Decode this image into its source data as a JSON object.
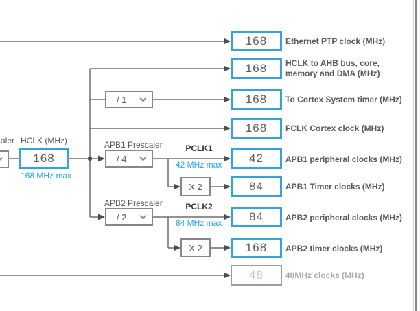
{
  "colors": {
    "accent_blue_border": "#34a3da",
    "info_blue_text": "#29abe2",
    "wire_gray": "#6d6e71",
    "box_border_gray": "#85878a",
    "label_dark_gray": "#58595b",
    "disabled_gray": "#a8aaad"
  },
  "hclk_section": {
    "clipped_prescaler_label_fragment": "aler",
    "label": "HCLK (MHz)",
    "value": "168",
    "max_note": "168 MHz max"
  },
  "cortex_prescaler": {
    "value": "/ 1"
  },
  "apb1": {
    "prescaler_label": "APB1 Prescaler",
    "prescaler_value": "/ 4",
    "pclk_label": "PCLK1",
    "pclk_max_note": "42 MHz max",
    "multiplier_label": "X 2"
  },
  "apb2": {
    "prescaler_label": "APB2 Prescaler",
    "prescaler_value": "/ 2",
    "pclk_label": "PCLK2",
    "pclk_max_note": "84 MHz max",
    "multiplier_label": "X 2"
  },
  "outputs": [
    {
      "value": "168",
      "label": "Ethernet PTP clock (MHz)"
    },
    {
      "value": "168",
      "label": "HCLK to AHB bus, core,\nmemory and DMA (MHz)"
    },
    {
      "value": "168",
      "label": "To Cortex System timer (MHz)"
    },
    {
      "value": "168",
      "label": "FCLK Cortex clock (MHz)"
    },
    {
      "value": "42",
      "label": "APB1 peripheral clocks (MHz)"
    },
    {
      "value": "84",
      "label": "APB1 Timer clocks (MHz)"
    },
    {
      "value": "84",
      "label": "APB2 peripheral clocks (MHz)"
    },
    {
      "value": "168",
      "label": "APB2 timer clocks (MHz)"
    },
    {
      "value": "48",
      "label": "48MHz clocks (MHz)"
    }
  ]
}
